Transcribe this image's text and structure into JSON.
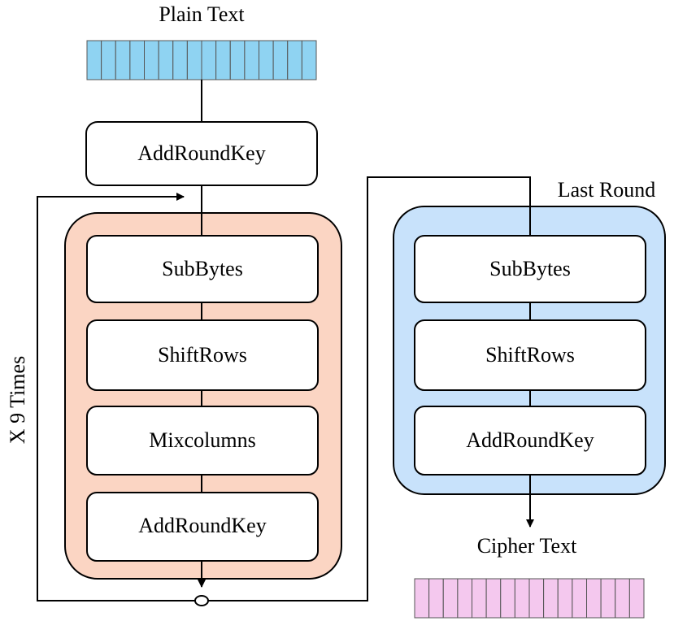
{
  "labels": {
    "plain_text": "Plain Text",
    "cipher_text": "Cipher Text",
    "last_round": "Last Round",
    "repeat": "X 9 Times"
  },
  "main_flow": {
    "initial": "AddRoundKey",
    "round_steps": [
      "SubBytes",
      "ShiftRows",
      "Mixcolumns",
      "AddRoundKey"
    ]
  },
  "last_round_steps": [
    "SubBytes",
    "ShiftRows",
    "AddRoundKey"
  ],
  "colors": {
    "plaintext_fill": "#8fd3f2",
    "ciphertext_fill": "#f4c8ee",
    "round_container_fill": "#fbd5c3",
    "last_round_container_fill": "#c8e2fb",
    "box_fill": "#ffffff",
    "stroke": "#000000"
  }
}
